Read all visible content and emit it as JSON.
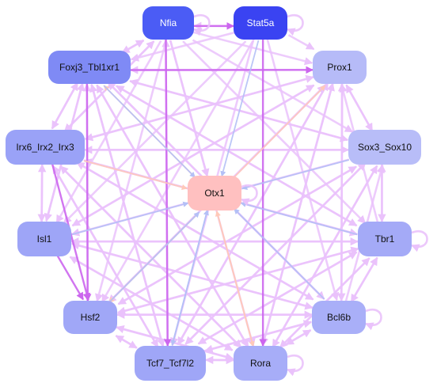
{
  "nodes": [
    {
      "id": "nfia",
      "label": "Nfia",
      "color": "#4b5cf5",
      "text_color": "#ffffff"
    },
    {
      "id": "stat5a",
      "label": "Stat5a",
      "color": "#3a43f2",
      "text_color": "#ffffff"
    },
    {
      "id": "foxj3",
      "label": "Foxj3_Tbl1xr1",
      "color": "#7f8af5",
      "text_color": "#111111"
    },
    {
      "id": "prox1",
      "label": "Prox1",
      "color": "#b6bbf8",
      "text_color": "#111111"
    },
    {
      "id": "irx6",
      "label": "Irx6_Irx2_Irx3",
      "color": "#9aa2f7",
      "text_color": "#111111"
    },
    {
      "id": "sox3",
      "label": "Sox3_Sox10",
      "color": "#b8bdf8",
      "text_color": "#111111"
    },
    {
      "id": "otx1",
      "label": "Otx1",
      "color": "#ffc0c0",
      "text_color": "#111111"
    },
    {
      "id": "isl1",
      "label": "Isl1",
      "color": "#9ea5f7",
      "text_color": "#111111"
    },
    {
      "id": "tbr1",
      "label": "Tbr1",
      "color": "#a4aaf7",
      "text_color": "#111111"
    },
    {
      "id": "hsf2",
      "label": "Hsf2",
      "color": "#a0a7f7",
      "text_color": "#111111"
    },
    {
      "id": "bcl6b",
      "label": "Bcl6b",
      "color": "#a9aff8",
      "text_color": "#111111"
    },
    {
      "id": "tcf7",
      "label": "Tcf7_Tcf7l2",
      "color": "#9fa6f7",
      "text_color": "#111111"
    },
    {
      "id": "rora",
      "label": "Rora",
      "color": "#a7adf8",
      "text_color": "#111111"
    }
  ],
  "edge_colors": {
    "light": "#eac2fb",
    "strong": "#cc66ee",
    "blue": "#b4c0f6",
    "peach": "#ffc9b9"
  },
  "edges": [
    [
      "nfia",
      "stat5a",
      "strong"
    ],
    [
      "stat5a",
      "nfia",
      "light"
    ],
    [
      "nfia",
      "prox1",
      "light"
    ],
    [
      "nfia",
      "foxj3",
      "light"
    ],
    [
      "nfia",
      "irx6",
      "light"
    ],
    [
      "nfia",
      "isl1",
      "light"
    ],
    [
      "nfia",
      "hsf2",
      "light"
    ],
    [
      "nfia",
      "tcf7",
      "strong"
    ],
    [
      "nfia",
      "rora",
      "light"
    ],
    [
      "nfia",
      "otx1",
      "light"
    ],
    [
      "nfia",
      "sox3",
      "light"
    ],
    [
      "nfia",
      "tbr1",
      "light"
    ],
    [
      "stat5a",
      "otx1",
      "blue"
    ],
    [
      "stat5a",
      "rora",
      "strong"
    ],
    [
      "stat5a",
      "prox1",
      "light"
    ],
    [
      "stat5a",
      "tcf7",
      "light"
    ],
    [
      "stat5a",
      "hsf2",
      "light"
    ],
    [
      "stat5a",
      "bcl6b",
      "light"
    ],
    [
      "stat5a",
      "foxj3",
      "light"
    ],
    [
      "stat5a",
      "isl1",
      "light"
    ],
    [
      "foxj3",
      "prox1",
      "strong"
    ],
    [
      "foxj3",
      "nfia",
      "light"
    ],
    [
      "foxj3",
      "otx1",
      "blue"
    ],
    [
      "foxj3",
      "hsf2",
      "strong"
    ],
    [
      "foxj3",
      "tcf7",
      "light"
    ],
    [
      "foxj3",
      "rora",
      "light"
    ],
    [
      "foxj3",
      "bcl6b",
      "light"
    ],
    [
      "foxj3",
      "tbr1",
      "light"
    ],
    [
      "foxj3",
      "sox3",
      "light"
    ],
    [
      "foxj3",
      "irx6",
      "light"
    ],
    [
      "foxj3",
      "isl1",
      "light"
    ],
    [
      "prox1",
      "foxj3",
      "light"
    ],
    [
      "prox1",
      "tcf7",
      "light"
    ],
    [
      "prox1",
      "hsf2",
      "light"
    ],
    [
      "prox1",
      "rora",
      "light"
    ],
    [
      "prox1",
      "irx6",
      "light"
    ],
    [
      "prox1",
      "isl1",
      "light"
    ],
    [
      "prox1",
      "bcl6b",
      "light"
    ],
    [
      "prox1",
      "sox3",
      "light"
    ],
    [
      "irx6",
      "otx1",
      "peach"
    ],
    [
      "irx6",
      "hsf2",
      "strong"
    ],
    [
      "irx6",
      "prox1",
      "light"
    ],
    [
      "irx6",
      "tbr1",
      "light"
    ],
    [
      "irx6",
      "bcl6b",
      "light"
    ],
    [
      "irx6",
      "rora",
      "light"
    ],
    [
      "irx6",
      "tcf7",
      "light"
    ],
    [
      "irx6",
      "sox3",
      "light"
    ],
    [
      "irx6",
      "isl1",
      "light"
    ],
    [
      "irx6",
      "nfia",
      "light"
    ],
    [
      "irx6",
      "foxj3",
      "light"
    ],
    [
      "sox3",
      "otx1",
      "blue"
    ],
    [
      "sox3",
      "hsf2",
      "light"
    ],
    [
      "sox3",
      "irx6",
      "light"
    ],
    [
      "sox3",
      "tcf7",
      "light"
    ],
    [
      "sox3",
      "rora",
      "light"
    ],
    [
      "sox3",
      "isl1",
      "light"
    ],
    [
      "sox3",
      "tbr1",
      "light"
    ],
    [
      "sox3",
      "prox1",
      "light"
    ],
    [
      "sox3",
      "foxj3",
      "light"
    ],
    [
      "isl1",
      "otx1",
      "blue"
    ],
    [
      "isl1",
      "hsf2",
      "strong"
    ],
    [
      "isl1",
      "irx6",
      "light"
    ],
    [
      "isl1",
      "foxj3",
      "light"
    ],
    [
      "isl1",
      "bcl6b",
      "light"
    ],
    [
      "isl1",
      "tbr1",
      "light"
    ],
    [
      "isl1",
      "prox1",
      "light"
    ],
    [
      "isl1",
      "rora",
      "light"
    ],
    [
      "tbr1",
      "otx1",
      "blue"
    ],
    [
      "tbr1",
      "hsf2",
      "light"
    ],
    [
      "tbr1",
      "rora",
      "light"
    ],
    [
      "tbr1",
      "tcf7",
      "light"
    ],
    [
      "tbr1",
      "isl1",
      "light"
    ],
    [
      "tbr1",
      "irx6",
      "light"
    ],
    [
      "tbr1",
      "foxj3",
      "light"
    ],
    [
      "tbr1",
      "prox1",
      "light"
    ],
    [
      "tbr1",
      "sox3",
      "light"
    ],
    [
      "tbr1",
      "bcl6b",
      "light"
    ],
    [
      "bcl6b",
      "otx1",
      "blue"
    ],
    [
      "bcl6b",
      "rora",
      "light"
    ],
    [
      "bcl6b",
      "hsf2",
      "light"
    ],
    [
      "bcl6b",
      "tcf7",
      "light"
    ],
    [
      "bcl6b",
      "irx6",
      "light"
    ],
    [
      "bcl6b",
      "foxj3",
      "light"
    ],
    [
      "bcl6b",
      "prox1",
      "light"
    ],
    [
      "bcl6b",
      "isl1",
      "light"
    ],
    [
      "bcl6b",
      "tbr1",
      "light"
    ],
    [
      "bcl6b",
      "sox3",
      "light"
    ],
    [
      "hsf2",
      "otx1",
      "blue"
    ],
    [
      "hsf2",
      "bcl6b",
      "light"
    ],
    [
      "hsf2",
      "rora",
      "light"
    ],
    [
      "hsf2",
      "tcf7",
      "light"
    ],
    [
      "hsf2",
      "foxj3",
      "light"
    ],
    [
      "hsf2",
      "prox1",
      "light"
    ],
    [
      "hsf2",
      "sox3",
      "light"
    ],
    [
      "hsf2",
      "tbr1",
      "light"
    ],
    [
      "tcf7",
      "otx1",
      "blue"
    ],
    [
      "tcf7",
      "rora",
      "light"
    ],
    [
      "tcf7",
      "bcl6b",
      "light"
    ],
    [
      "tcf7",
      "prox1",
      "light"
    ],
    [
      "tcf7",
      "foxj3",
      "light"
    ],
    [
      "tcf7",
      "irx6",
      "light"
    ],
    [
      "tcf7",
      "tbr1",
      "light"
    ],
    [
      "tcf7",
      "sox3",
      "light"
    ],
    [
      "tcf7",
      "hsf2",
      "light"
    ],
    [
      "tcf7",
      "nfia",
      "light"
    ],
    [
      "rora",
      "otx1",
      "peach"
    ],
    [
      "rora",
      "prox1",
      "light"
    ],
    [
      "rora",
      "foxj3",
      "light"
    ],
    [
      "rora",
      "hsf2",
      "light"
    ],
    [
      "rora",
      "bcl6b",
      "light"
    ],
    [
      "rora",
      "tcf7",
      "light"
    ],
    [
      "rora",
      "irx6",
      "light"
    ],
    [
      "rora",
      "tbr1",
      "light"
    ],
    [
      "rora",
      "sox3",
      "light"
    ],
    [
      "rora",
      "isl1",
      "light"
    ],
    [
      "otx1",
      "hsf2",
      "peach"
    ],
    [
      "otx1",
      "tcf7",
      "blue"
    ],
    [
      "otx1",
      "rora",
      "peach"
    ],
    [
      "otx1",
      "prox1",
      "peach"
    ],
    [
      "otx1",
      "foxj3",
      "peach"
    ]
  ],
  "self_loops": [
    "nfia",
    "stat5a",
    "otx1",
    "tbr1",
    "bcl6b",
    "rora"
  ]
}
